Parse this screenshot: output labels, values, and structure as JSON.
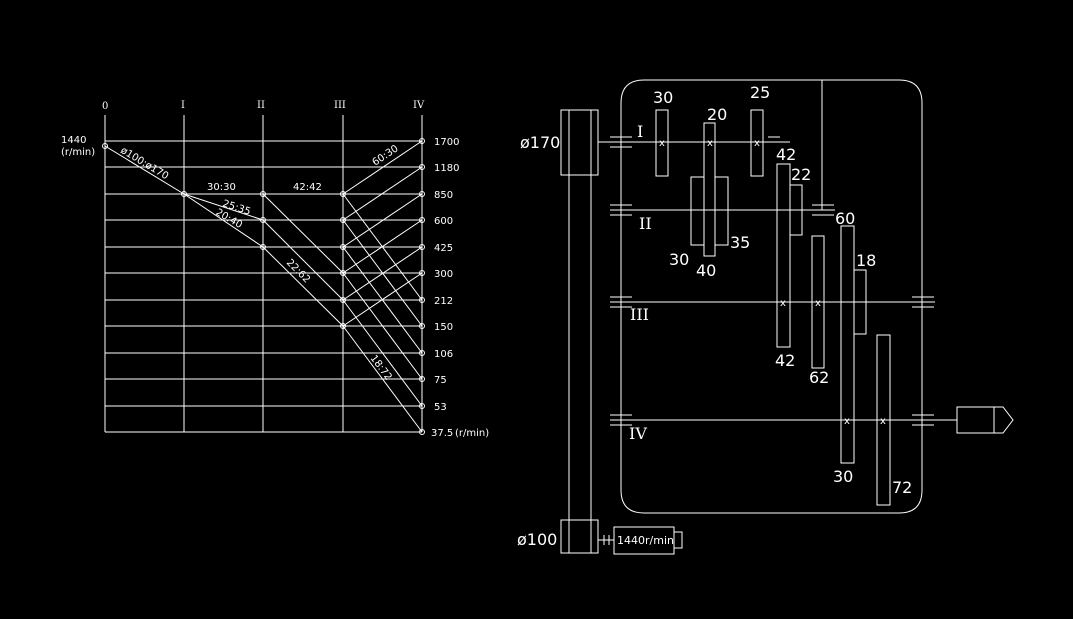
{
  "colors": {
    "background": "#000000",
    "line": "#ffffff"
  },
  "speed_chart": {
    "shaft_labels": [
      "0",
      "I",
      "II",
      "III",
      "IV"
    ],
    "input_speed": "1440",
    "input_unit": "(r/min)",
    "speeds": [
      "1700",
      "1180",
      "850",
      "600",
      "425",
      "300",
      "212",
      "150",
      "106",
      "75",
      "53",
      "37.5"
    ],
    "output_unit": "(r/min)",
    "ratio_labels": {
      "belt": "ø100:ø170",
      "r30_30": "30:30",
      "r42_42": "42:42",
      "r60_30": "60:30",
      "r25_35": "25:35",
      "r20_40": "20:40",
      "r22_62": "22:62",
      "r18_72": "18:72"
    }
  },
  "transmission": {
    "pulley_large": "ø170",
    "pulley_small": "ø100",
    "motor_label": "1440r/min",
    "shafts": [
      "I",
      "II",
      "III",
      "IV"
    ],
    "gears": {
      "g30_i": "30",
      "g20_i": "20",
      "g25_i": "25",
      "g30_ii": "30",
      "g40_ii": "40",
      "g35_ii": "35",
      "g42_top": "42",
      "g22": "22",
      "g60": "60",
      "g18": "18",
      "g42_bot": "42",
      "g62": "62",
      "g30_iv": "30",
      "g72": "72"
    }
  }
}
